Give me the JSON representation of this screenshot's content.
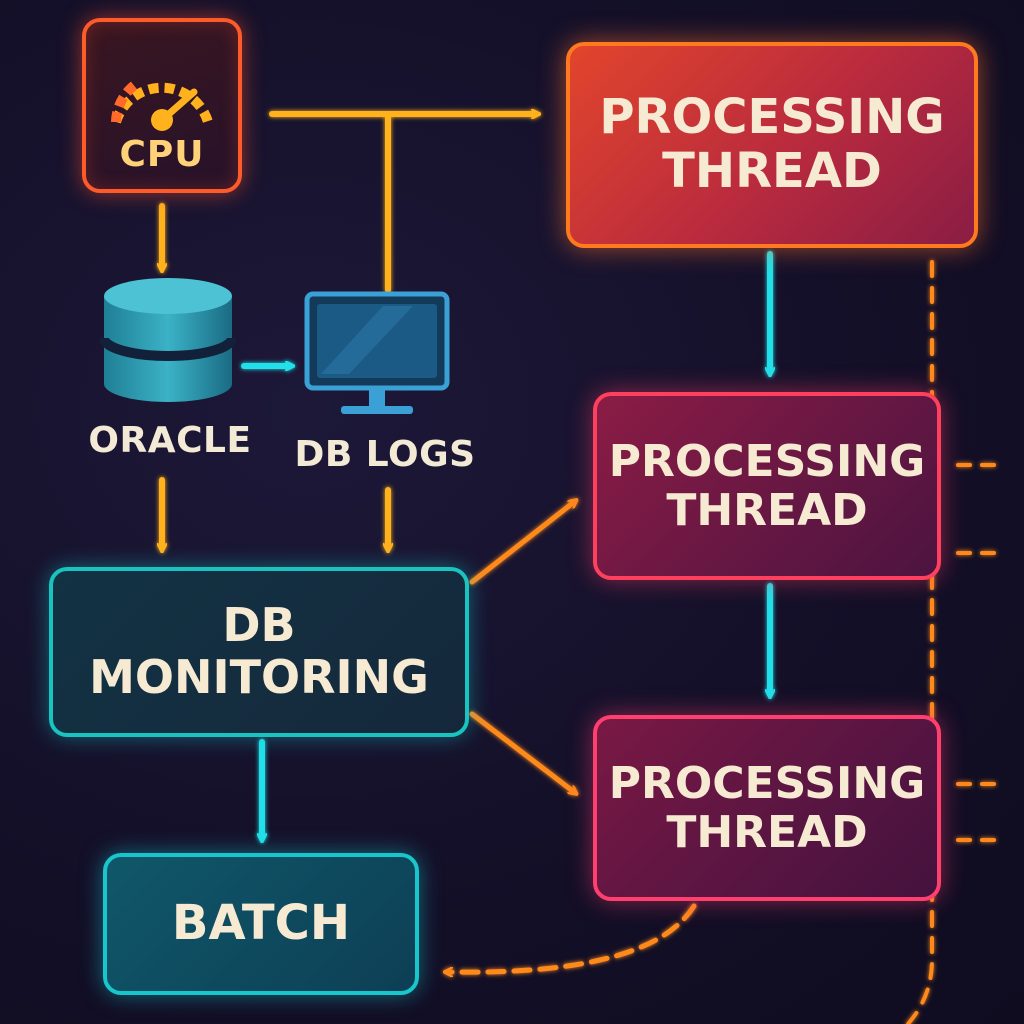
{
  "nodes": {
    "cpu": "CPU",
    "oracle": "ORACLE",
    "db_logs": "DB LOGS",
    "db_monitoring": "DB\nMONITORING",
    "batch": "BATCH",
    "processing_thread_1": "PROCESSING\nTHREAD",
    "processing_thread_2": "PROCESSING\nTHREAD",
    "processing_thread_3": "PROCESSING\nTHREAD"
  },
  "icons": {
    "cpu": "speedometer-icon",
    "oracle": "database-icon",
    "db_logs": "monitor-icon"
  },
  "colors": {
    "yellow_flow": "#ffb21e",
    "cyan_flow": "#20e0ea",
    "orange_flow": "#ff8a1e"
  }
}
